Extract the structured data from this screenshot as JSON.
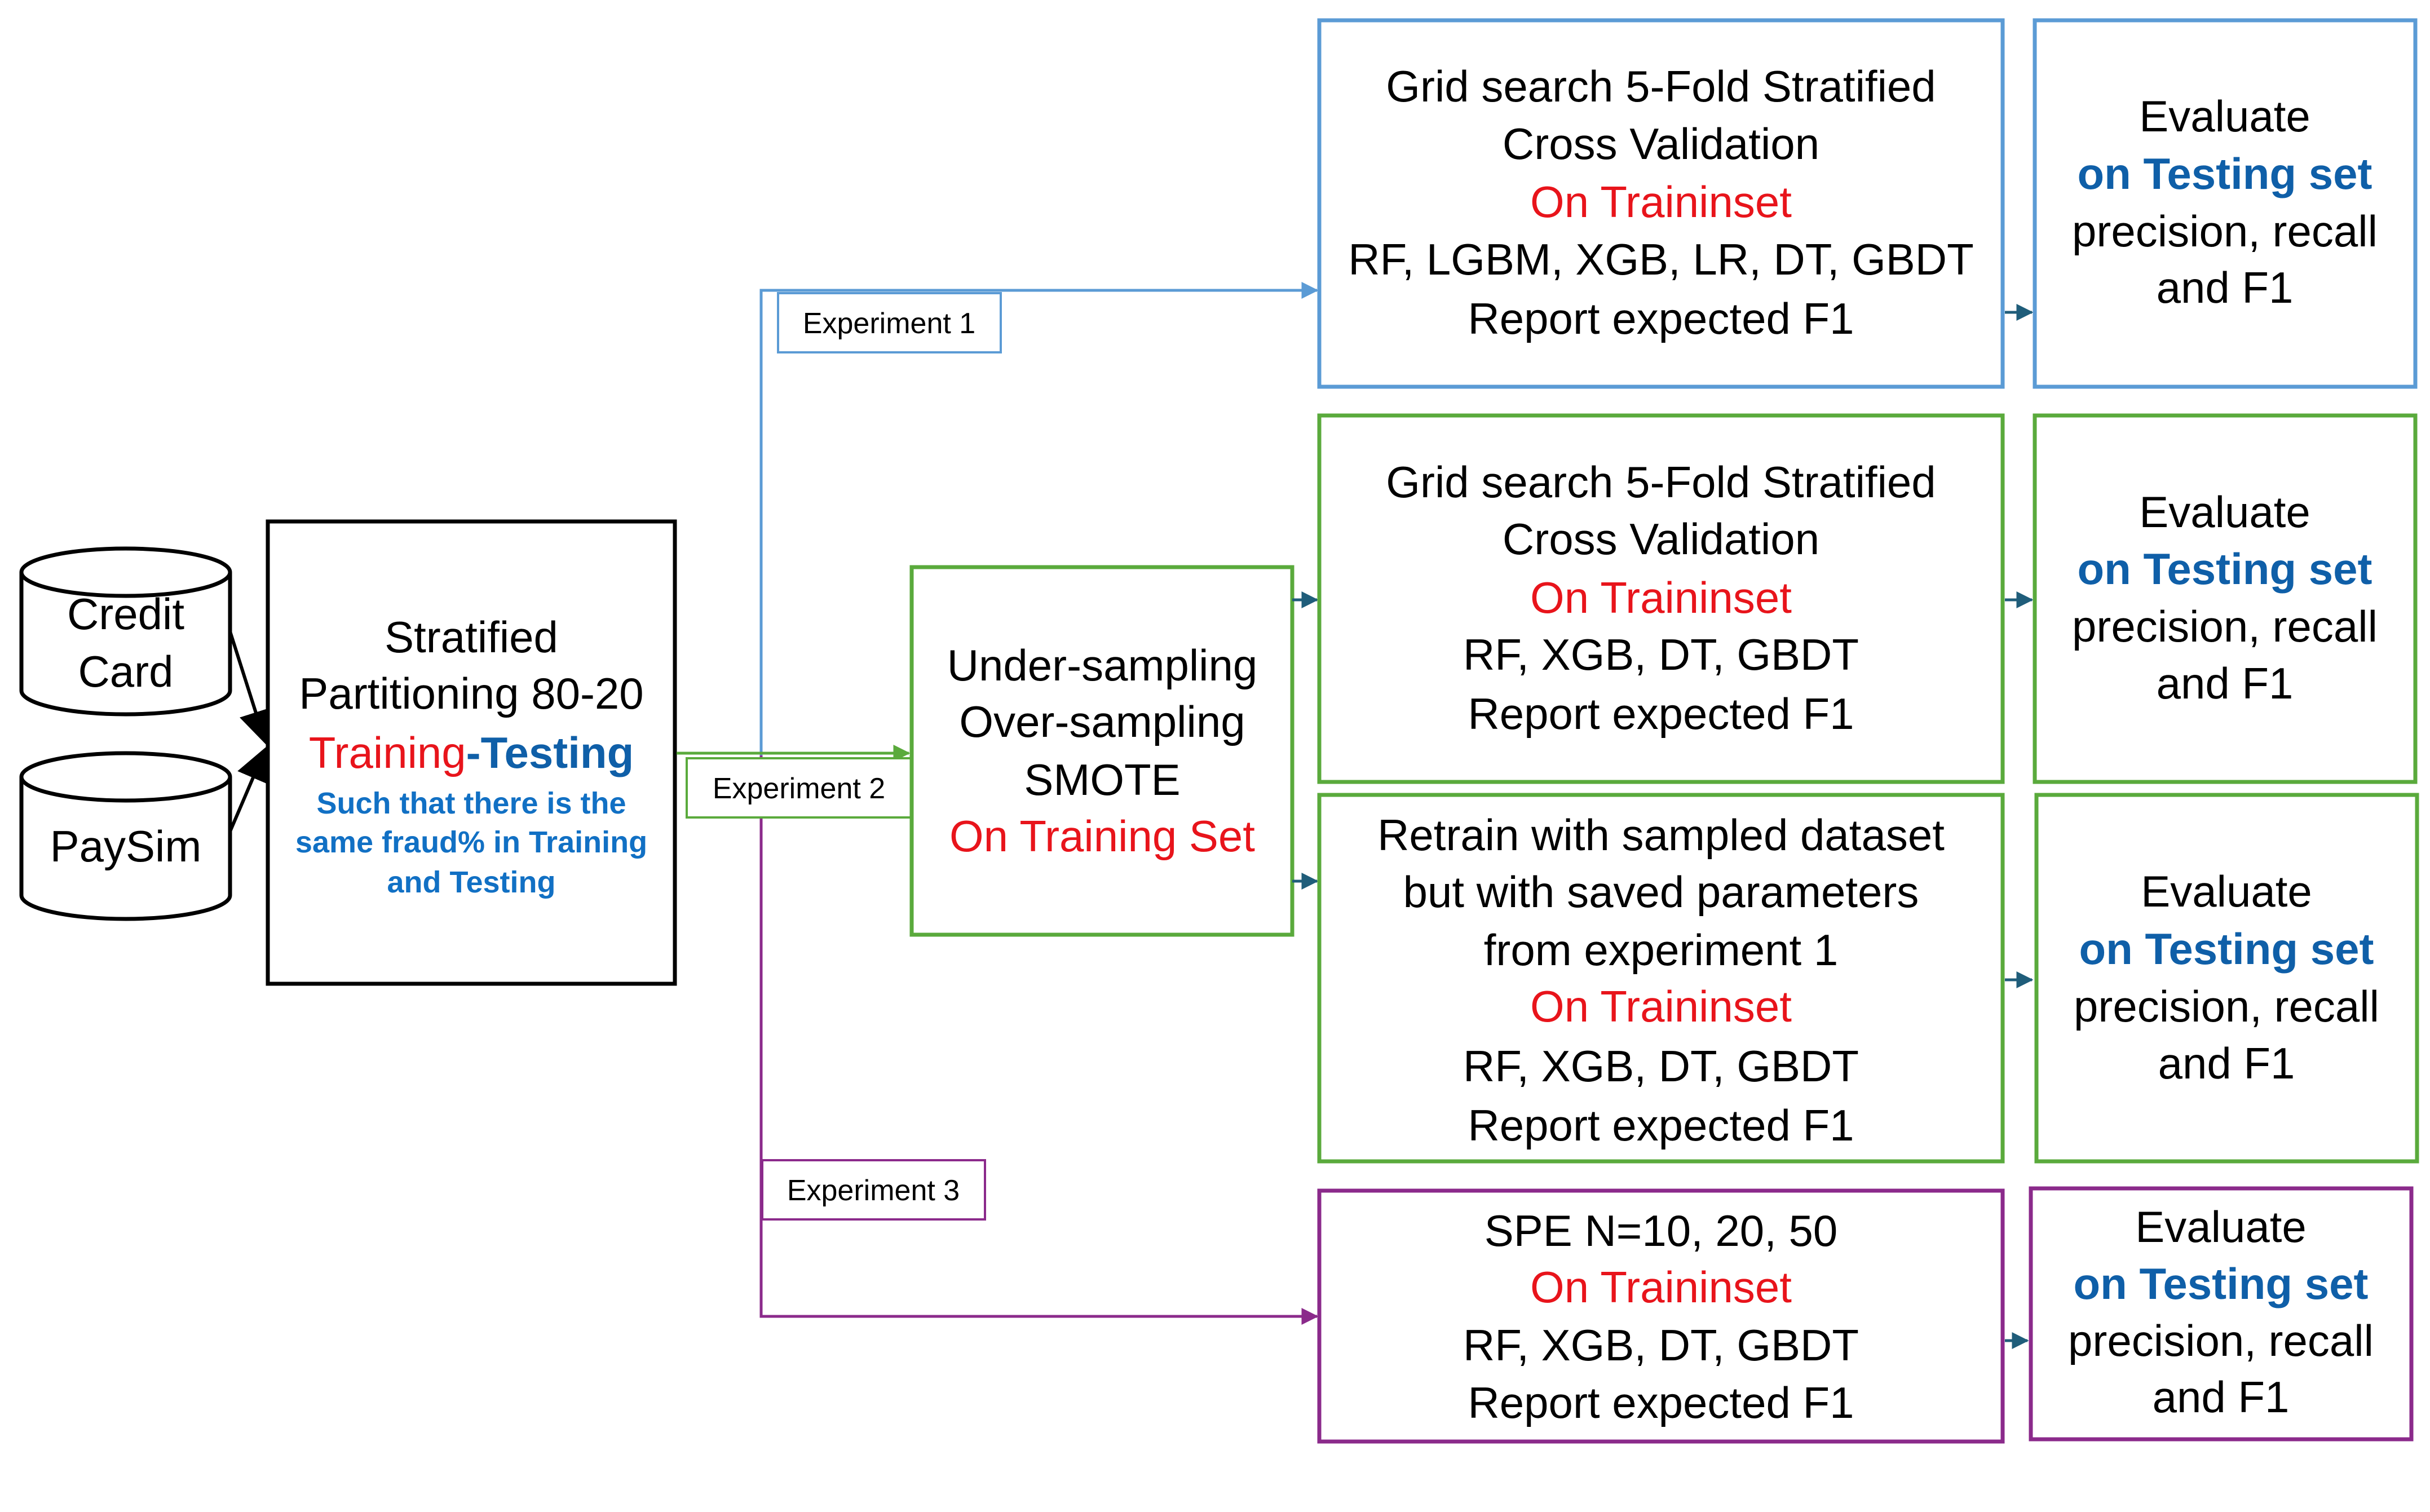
{
  "colors": {
    "blue": "#5b9bd5",
    "green": "#5aaa3c",
    "purple": "#8b2a8b",
    "black": "#000000",
    "red": "#e8141b",
    "dark_blue": "#0f5fa8",
    "arrow_teal": "#1f5d7a"
  },
  "datasets": {
    "credit_card": [
      "Credit",
      "Card"
    ],
    "paysim": "PaySim"
  },
  "partition": {
    "line1": "Stratified",
    "line2": "Partitioning 80-20",
    "training": "Training",
    "dash": "-",
    "testing": "Testing",
    "note": [
      "Such that there is the",
      "same fraud% in Training",
      "and Testing"
    ]
  },
  "sampling": {
    "line1": "Under-sampling",
    "line2": "Over-sampling",
    "line3": "SMOTE",
    "line4": "On Training Set"
  },
  "experiments": {
    "exp1": "Experiment 1",
    "exp2": "Experiment 2",
    "exp3": "Experiment 3"
  },
  "grid1": {
    "line1": "Grid search 5-Fold Stratified",
    "line2": "Cross Validation",
    "line3": "On Traininset",
    "line4": "RF, LGBM, XGB, LR, DT, GBDT",
    "line5": "Report expected F1"
  },
  "grid2": {
    "line1": "Grid search 5-Fold Stratified",
    "line2": "Cross Validation",
    "line3": "On Traininset",
    "line4": "RF, XGB, DT, GBDT",
    "line5": "Report expected F1"
  },
  "retrain": {
    "line1": "Retrain with sampled dataset",
    "line2": "but with saved parameters",
    "line3": "from experiment 1",
    "line4": "On Traininset",
    "line5": "RF, XGB, DT, GBDT",
    "line6": "Report expected F1"
  },
  "spe": {
    "line1": "SPE N=10, 20, 50",
    "line2": "On Traininset",
    "line3": "RF, XGB, DT, GBDT",
    "line4": "Report expected F1"
  },
  "evaluate": {
    "line1": "Evaluate",
    "line2": "on Testing set",
    "line3": "precision, recall",
    "line4": "and F1"
  }
}
